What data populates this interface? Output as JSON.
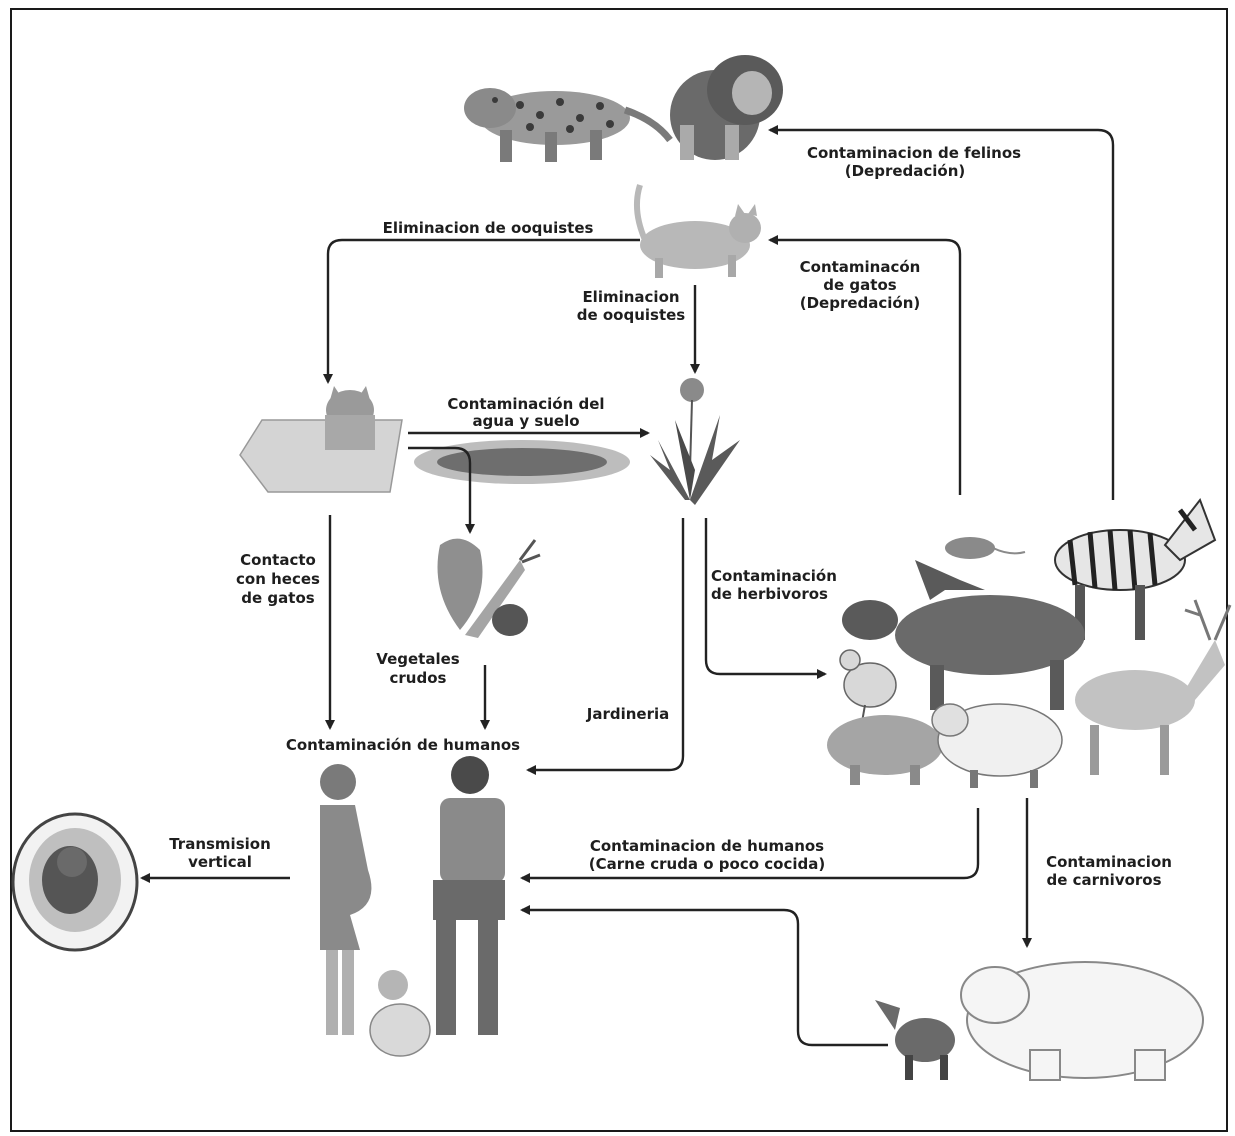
{
  "labels": {
    "felines": [
      "Contaminacion de felinos",
      "(Depredación)"
    ],
    "oocyst_left": [
      "Eliminacion de ooquistes"
    ],
    "oocyst_down": [
      "Eliminacion",
      "de ooquistes"
    ],
    "cats": [
      "Contaminacón",
      "de gatos",
      "(Depredación)"
    ],
    "water_soil": [
      "Contaminación del",
      "agua y suelo"
    ],
    "cat_feces": [
      "Contacto",
      "con heces",
      "de gatos"
    ],
    "raw_veg": [
      "Vegetales",
      "crudos"
    ],
    "herbivores": [
      "Contaminación",
      "de herbivoros"
    ],
    "gardening": [
      "Jardineria"
    ],
    "humans": [
      "Contaminación de humanos"
    ],
    "vertical": [
      "Transmision",
      "vertical"
    ],
    "raw_meat": [
      "Contaminacion de humanos",
      "(Carne cruda o poco cocida)"
    ],
    "carnivores": [
      "Contaminacion",
      "de carnivoros"
    ]
  },
  "colors": {
    "arrow": "#222222",
    "figure_dark": "#555555",
    "figure_mid": "#8a8a8a",
    "figure_light": "#c8c8c8",
    "figure_pale": "#ececec"
  }
}
